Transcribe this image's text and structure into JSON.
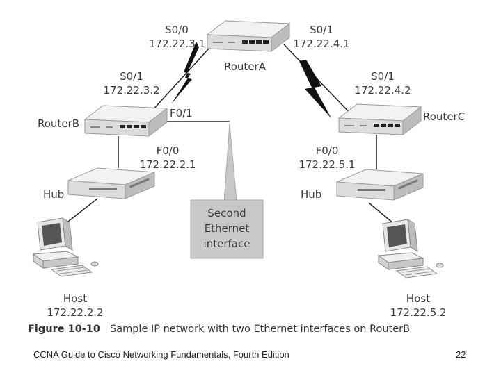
{
  "devices": {
    "routerA": {
      "name": "RouterA",
      "s00": {
        "iface": "S0/0",
        "ip": "172.22.3.1"
      },
      "s01": {
        "iface": "S0/1",
        "ip": "172.22.4.1"
      }
    },
    "routerB": {
      "name": "RouterB",
      "s01": {
        "iface": "S0/1",
        "ip": "172.22.3.2"
      },
      "f01": {
        "iface": "F0/1"
      },
      "f00": {
        "iface": "F0/0",
        "ip": "172.22.2.1"
      }
    },
    "routerC": {
      "name": "RouterC",
      "s01": {
        "iface": "S0/1",
        "ip": "172.22.4.2"
      },
      "f00": {
        "iface": "F0/0",
        "ip": "172.22.5.1"
      }
    },
    "hubLeft": {
      "name": "Hub"
    },
    "hubRight": {
      "name": "Hub"
    },
    "hostLeft": {
      "name": "Host",
      "ip": "172.22.2.2"
    },
    "hostRight": {
      "name": "Host",
      "ip": "172.22.5.2"
    }
  },
  "callout": {
    "line1": "Second",
    "line2": "Ethernet",
    "line3": "interface"
  },
  "caption": {
    "figure": "Figure 10-10",
    "text": "Sample IP network with two Ethernet interfaces on RouterB"
  },
  "footer": {
    "book": "CCNA Guide to Cisco Networking Fundamentals, Fourth Edition",
    "page": "22"
  },
  "colors": {
    "device": "#e6e6e6",
    "deviceDark": "#bdbdbd",
    "callout": "#c8c8c8",
    "line": "#222222"
  }
}
